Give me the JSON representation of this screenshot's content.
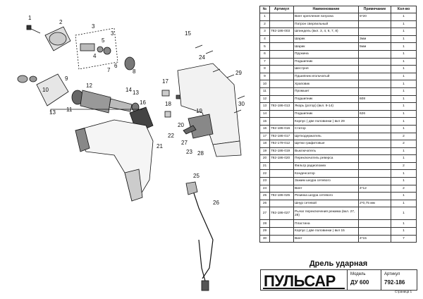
{
  "table": {
    "headers": {
      "num": "№",
      "article": "Артикул",
      "name": "Наименование",
      "note": "Примечание",
      "qty": "Кол-во"
    },
    "rows": [
      {
        "num": "1",
        "article": "",
        "name": "Винт крепления патрона",
        "note": "5*20",
        "qty": "1"
      },
      {
        "num": "2",
        "article": "",
        "name": "Патрон сверлильный",
        "note": "",
        "qty": "1"
      },
      {
        "num": "3",
        "article": "792-186-003",
        "name": "Шпиндель (вкл. 3, 4, 6, 7, 8)",
        "note": "",
        "qty": "1"
      },
      {
        "num": "4",
        "article": "",
        "name": "Шарик",
        "note": "3мм",
        "qty": "1"
      },
      {
        "num": "5",
        "article": "",
        "name": "Шарик",
        "note": "5мм",
        "qty": "1"
      },
      {
        "num": "6",
        "article": "",
        "name": "Пружина",
        "note": "",
        "qty": "1"
      },
      {
        "num": "7",
        "article": "",
        "name": "Подшипник",
        "note": "",
        "qty": "1"
      },
      {
        "num": "8",
        "article": "",
        "name": "Шестрня",
        "note": "",
        "qty": "1"
      },
      {
        "num": "9",
        "article": "",
        "name": "Пдшипник игольчатый",
        "note": "",
        "qty": "1"
      },
      {
        "num": "10",
        "article": "",
        "name": "Храповик",
        "note": "",
        "qty": "1"
      },
      {
        "num": "11",
        "article": "",
        "name": "Промшит",
        "note": "",
        "qty": "1"
      },
      {
        "num": "12",
        "article": "",
        "name": "Подшипник",
        "note": "608",
        "qty": "1"
      },
      {
        "num": "13",
        "article": "792-186-013",
        "name": "Якорь (ротор) (вкл. 9-14)",
        "note": "",
        "qty": "1"
      },
      {
        "num": "14",
        "article": "",
        "name": "Подшипник",
        "note": "626",
        "qty": "1"
      },
      {
        "num": "15",
        "article": "",
        "name": "Корпус ( две половинки ) вкл 29",
        "note": "",
        "qty": "1"
      },
      {
        "num": "16",
        "article": "792-186-016",
        "name": "Статор",
        "note": "",
        "qty": "1"
      },
      {
        "num": "17",
        "article": "792-186-017",
        "name": "Щеткодержатель",
        "note": "",
        "qty": "2"
      },
      {
        "num": "18",
        "article": "792-179-012",
        "name": "Щетки графитовые",
        "note": "",
        "qty": "2"
      },
      {
        "num": "19",
        "article": "792-186-019",
        "name": "Выключатель",
        "note": "",
        "qty": "1"
      },
      {
        "num": "20",
        "article": "792-186-020",
        "name": "Переключатель реверса",
        "note": "",
        "qty": "1"
      },
      {
        "num": "21",
        "article": "",
        "name": "Фильтр радиопомех",
        "note": "",
        "qty": "2"
      },
      {
        "num": "22",
        "article": "",
        "name": "Конденсатор",
        "note": "",
        "qty": "1"
      },
      {
        "num": "23",
        "article": "",
        "name": "Зажим шнура сетевого",
        "note": "",
        "qty": "1"
      },
      {
        "num": "24",
        "article": "",
        "name": "Винт",
        "note": "4*12",
        "qty": "2"
      },
      {
        "num": "25",
        "article": "792-186-025",
        "name": "Резинка шнура сетевого",
        "note": "",
        "qty": "1"
      },
      {
        "num": "26",
        "article": "",
        "name": "Шнур сетевой",
        "note": "2*0,75 мм",
        "qty": "1"
      },
      {
        "num": "27",
        "article": "792-186-027",
        "name": "Рычаг переключения режима (вкл. 27, 28)",
        "note": "",
        "qty": "1"
      },
      {
        "num": "28",
        "article": "",
        "name": "Пластина",
        "note": "",
        "qty": "1"
      },
      {
        "num": "29",
        "article": "",
        "name": "Корпус ( две половинки ) вкл 15",
        "note": "",
        "qty": "1"
      },
      {
        "num": "30",
        "article": "",
        "name": "Винт",
        "note": "4*15",
        "qty": "7"
      }
    ]
  },
  "document": {
    "title": "Дрель ударная",
    "brand": "ПУЛЬСАР",
    "model_label": "Модель",
    "model_value": "ДУ 600",
    "article_label": "Артикул",
    "article_value": "792-186",
    "page": "Страница 1"
  },
  "diagram": {
    "callouts": [
      "1",
      "2",
      "3",
      "4",
      "5",
      "6",
      "7",
      "8",
      "9",
      "10",
      "11",
      "12",
      "13",
      "14",
      "15",
      "16",
      "17",
      "18",
      "19",
      "20",
      "21",
      "22",
      "23",
      "24",
      "25",
      "26",
      "27",
      "28",
      "29",
      "30"
    ],
    "group_labels": [
      "3",
      "13"
    ]
  }
}
